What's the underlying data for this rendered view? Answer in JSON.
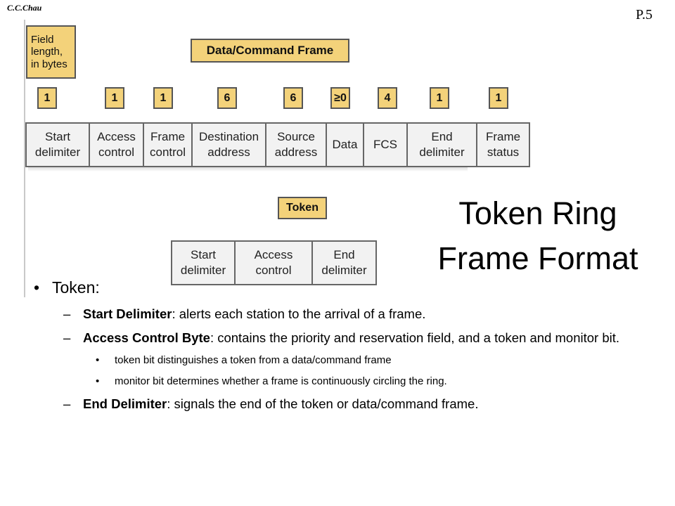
{
  "header": {
    "author": "C.C.Chau",
    "page": "P.5"
  },
  "diagram": {
    "field_length_label": "Field length, in bytes",
    "frame_title": "Data/Command Frame",
    "frame_fields": [
      {
        "length": "1",
        "name": "Start delimiter"
      },
      {
        "length": "1",
        "name": "Access control"
      },
      {
        "length": "1",
        "name": "Frame control"
      },
      {
        "length": "6",
        "name": "Destination address"
      },
      {
        "length": "6",
        "name": "Source address"
      },
      {
        "length": "≥0",
        "name": "Data"
      },
      {
        "length": "4",
        "name": "FCS"
      },
      {
        "length": "1",
        "name": "End delimiter"
      },
      {
        "length": "1",
        "name": "Frame status"
      }
    ],
    "token_title": "Token",
    "token_fields": [
      "Start delimiter",
      "Access control",
      "End delimiter"
    ]
  },
  "slide_title": "Token Ring Frame Format",
  "content": {
    "bullet": "Token:",
    "items": [
      {
        "term": "Start Delimiter",
        "text": ": alerts each station to the arrival of a frame."
      },
      {
        "term": "Access Control Byte",
        "text": ": contains the priority and reservation field, and a token and monitor bit."
      },
      {
        "term": "End Delimiter",
        "text": ": signals the end of the token or data/command frame."
      }
    ],
    "subitems": [
      "token bit distinguishes a token from a data/command frame",
      "monitor bit determines whether a frame is continuously circling the ring."
    ]
  }
}
